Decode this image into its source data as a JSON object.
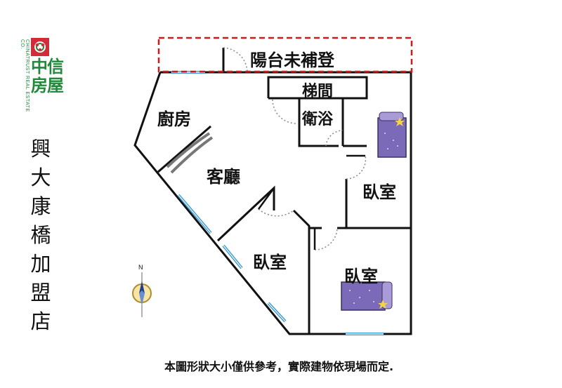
{
  "logo": {
    "chinese": [
      "中信",
      "房屋"
    ],
    "english": "CHINATRUST REAL ESTATE CO.",
    "brand_color": "#1e8a3a",
    "mark_color": "#d22b3a"
  },
  "store_name": [
    "興",
    "大",
    "康",
    "橋",
    "加",
    "盟",
    "店"
  ],
  "rooms": {
    "balcony": "陽台未補登",
    "stairs": "梯間",
    "bathroom": "衛浴",
    "kitchen": "廚房",
    "living_room": "客廳",
    "bedroom_right": "臥室",
    "bedroom_middle": "臥室",
    "bedroom_bottom": "臥室"
  },
  "compass_letter": "N",
  "note": "本圖形狀大小僅供參考，實際建物依現場而定.",
  "colors": {
    "wall": "#111111",
    "window": "#3a9ad9",
    "balcony_border": "#d11a1a",
    "bed": "#7b6ab8"
  }
}
